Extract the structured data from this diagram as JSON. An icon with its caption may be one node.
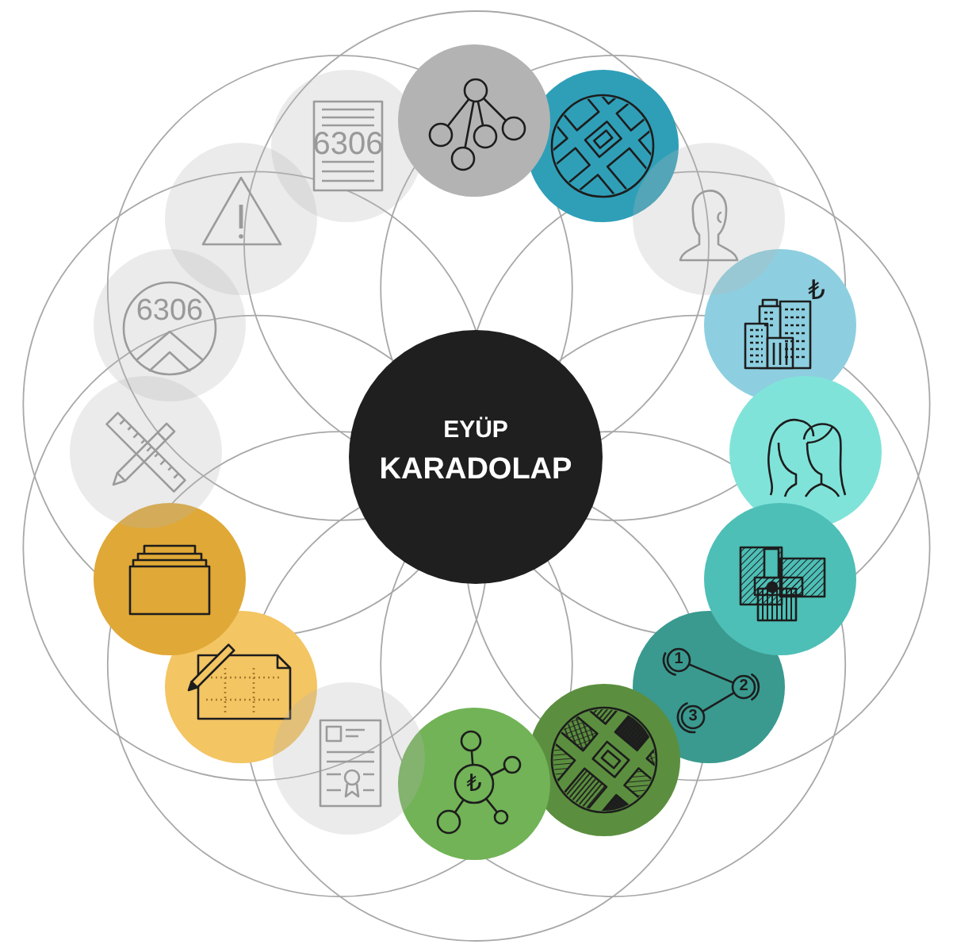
{
  "diagram": {
    "nodes": [
      {
        "text": [
          "EYÜP",
          "KARADOLAP"
        ]
      },
      {
        "text": [],
        "shape": "circle"
      },
      {
        "text": [],
        "shape": "circle"
      },
      {
        "text": [],
        "shape": "circle"
      },
      {
        "text": [
          "₺"
        ]
      },
      {
        "text": [],
        "shape": "circle"
      },
      {
        "text": [],
        "shape": "circle"
      },
      {
        "text": [
          "1",
          "2",
          "3"
        ]
      },
      {
        "text": [],
        "shape": "circle"
      },
      {
        "text": [
          "₺"
        ]
      },
      {
        "text": [],
        "shape": "circle"
      },
      {
        "text": [],
        "shape": "circle"
      },
      {
        "text": [],
        "shape": "circle"
      },
      {
        "text": [],
        "shape": "circle"
      },
      {
        "text": [
          "6306"
        ]
      },
      {
        "text": [],
        "shape": "circle"
      },
      {
        "text": [
          "6306"
        ]
      }
    ]
  }
}
